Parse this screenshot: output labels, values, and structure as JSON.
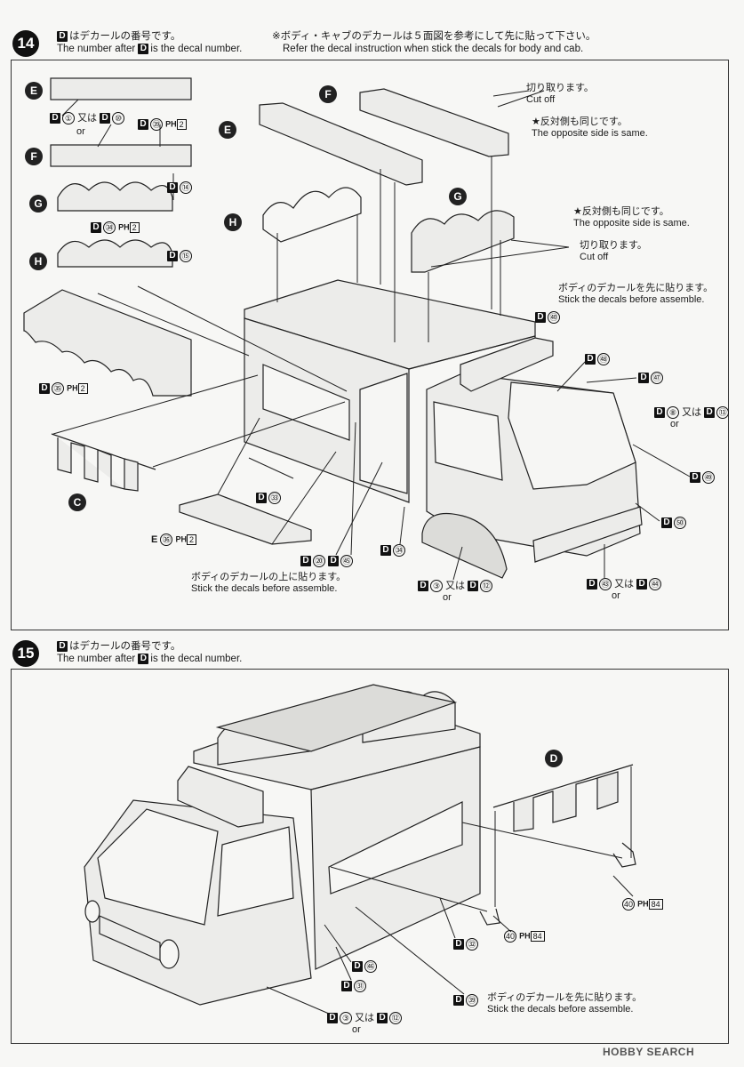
{
  "step14": {
    "number": "14",
    "note_jp": "はデカールの番号です。",
    "note_en": "The number after",
    "note_en2": "is the decal number.",
    "body_note_jp": "※ボディ・キャブのデカールは５面図を参考にして先に貼って下さい。",
    "body_note_en": "Refer the decal instruction when stick the decals for body and cab.",
    "cut_off_jp": "切り取ります。",
    "cut_off_en": "Cut off",
    "opposite_jp": "★反対側も同じです。",
    "opposite_en": "The opposite side is same.",
    "opposite2_jp": "★反対側も同じです。",
    "opposite2_en": "The opposite side is same.",
    "cut_off2_jp": "切り取ります。",
    "cut_off2_en": "Cut off",
    "assemble_jp": "ボディのデカールを先に貼ります。",
    "assemble_en": "Stick the decals before assemble.",
    "stick_on_jp": "ボディのデカールの上に貼ります。",
    "stick_on_en": "Stick the decals before assemble.",
    "parts": {
      "e": "E",
      "f": "F",
      "g": "G",
      "h": "H",
      "c": "C",
      "d": "D"
    },
    "decals": {
      "d1": "①",
      "matawa": "又は",
      "d10": "⑩",
      "or": "or",
      "d39": "㊴",
      "ph": "PH",
      "ph2": "2",
      "d14": "⑭",
      "d34": "㉞",
      "d15": "⑮",
      "d35": "㉟",
      "e36": "㊱",
      "d33": "㉝",
      "d20": "⑳",
      "d45": "㊺",
      "d34b": "㉞",
      "d3": "③",
      "d12": "⑫",
      "d43": "㊸",
      "d44": "㊹",
      "d40": "㊵",
      "d48": "㊽",
      "d47": "㊼",
      "d8": "⑧",
      "d13": "⑬",
      "d49": "㊾",
      "d50": "㊿"
    }
  },
  "step15": {
    "number": "15",
    "note_jp": "はデカールの番号です。",
    "note_en": "The number after",
    "note_en2": "is the decal number.",
    "assemble_jp": "ボディのデカールを先に貼ります。",
    "assemble_en": "Stick the decals before assemble.",
    "decals": {
      "d46": "㊻",
      "d31": "㉛",
      "d3": "③",
      "matawa": "又は",
      "d12": "⑫",
      "or": "or",
      "d39": "㊴",
      "d32": "㉜",
      "p40": "40",
      "ph": "PH",
      "ph84": "84",
      "p40b": "40"
    },
    "parts": {
      "d": "D"
    }
  },
  "watermark": "HOBBY SEARCH",
  "colors": {
    "ink": "#1a1a1a",
    "paper": "#f7f7f5",
    "part_fill": "#e9e9e6"
  }
}
